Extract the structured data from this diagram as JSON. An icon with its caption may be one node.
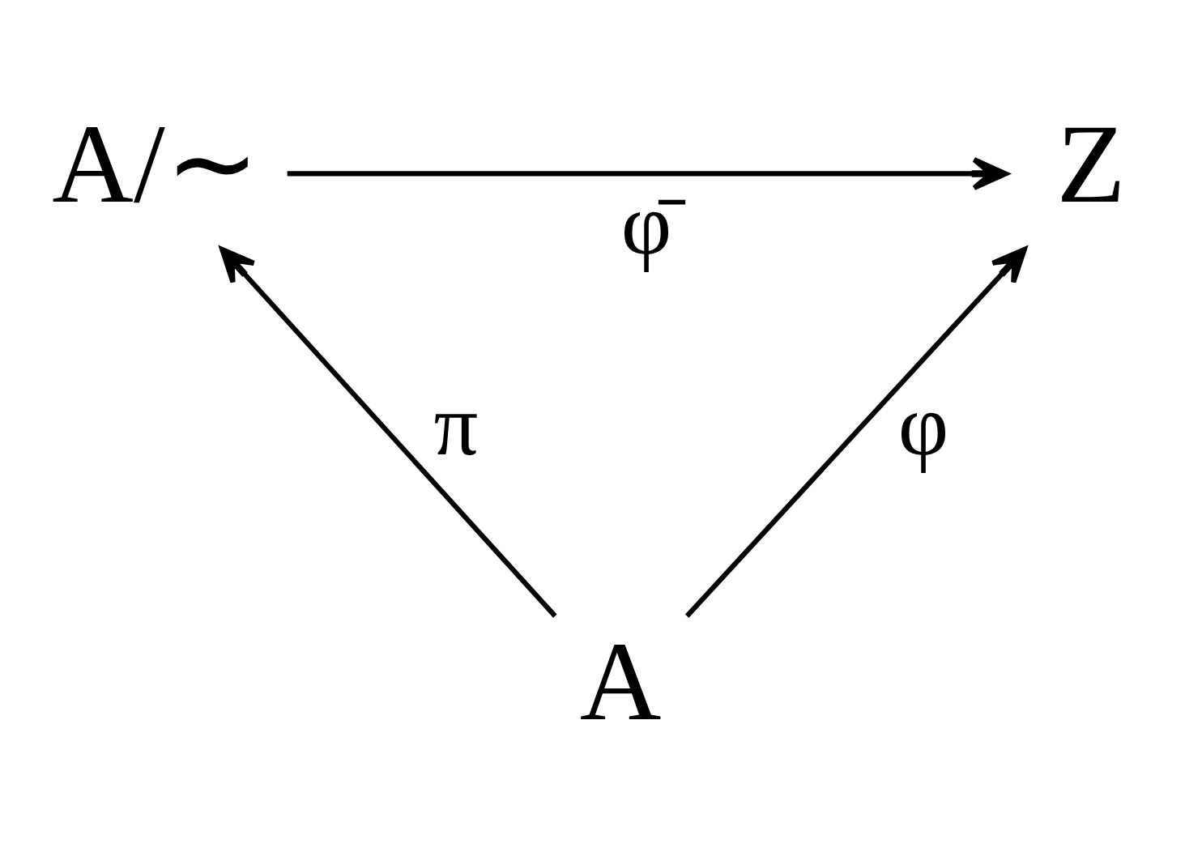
{
  "diagram": {
    "nodes": [
      {
        "text": [
          "A/∼"
        ]
      },
      {
        "text": [
          "Z"
        ]
      },
      {
        "text": [
          "A"
        ]
      }
    ],
    "edges": [
      {
        "from": 0,
        "to": 1,
        "arrow": "to",
        "label": "φ̄"
      },
      {
        "from": 2,
        "to": 0,
        "arrow": "to",
        "label": "π"
      },
      {
        "from": 2,
        "to": 1,
        "arrow": "to",
        "label": "φ"
      }
    ]
  }
}
